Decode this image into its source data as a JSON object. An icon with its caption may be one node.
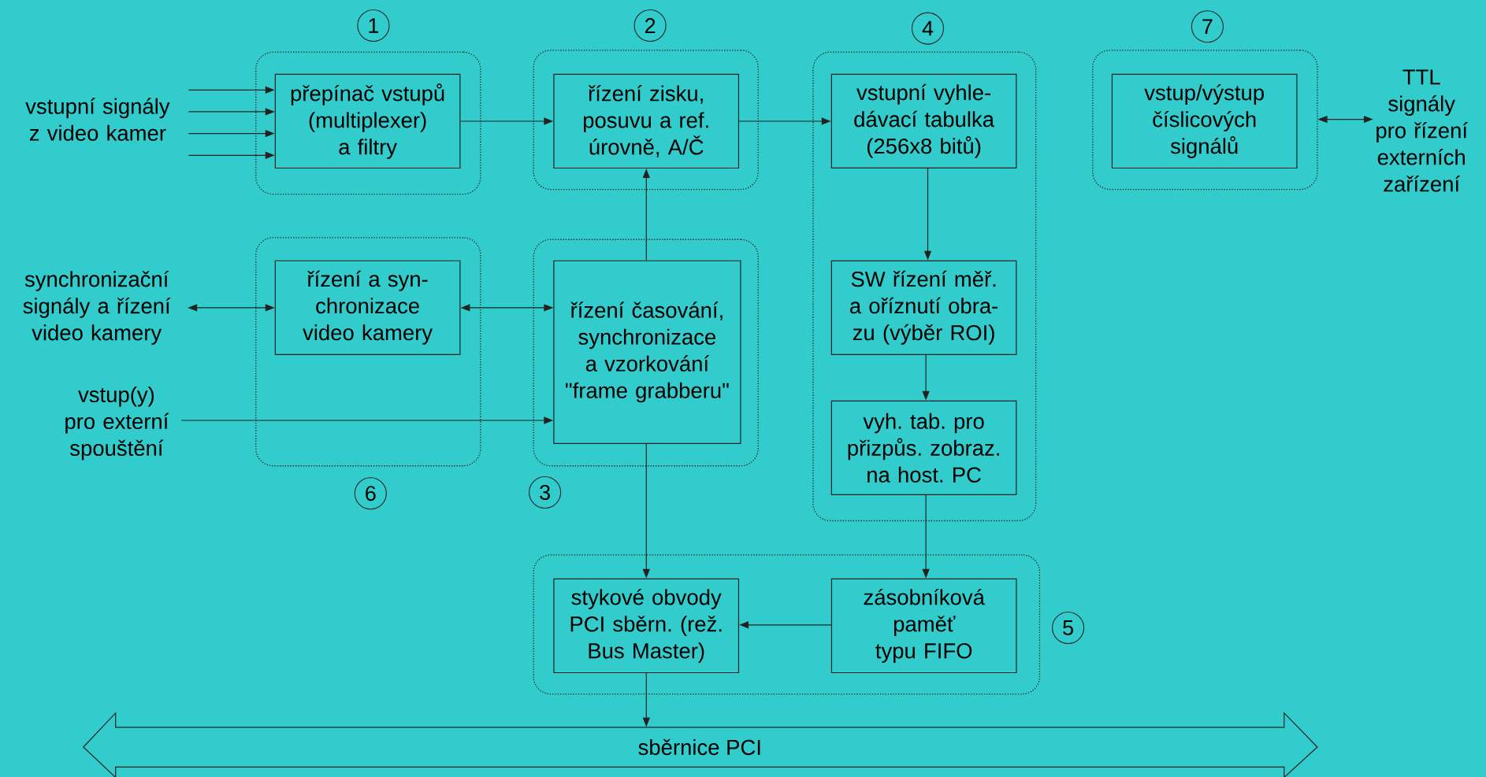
{
  "diagram": {
    "nodes": [
      {
        "text": [
          "vstupní signály z video kamer"
        ]
      },
      {
        "text": [],
        "shape": "box",
        "beside": [
          "1"
        ]
      },
      {
        "text": [
          "přepínač vstupů (multiplexer) a filtry"
        ],
        "in": 1
      },
      {
        "text": [],
        "shape": "box",
        "beside": [
          "2"
        ]
      },
      {
        "text": [
          "řízení zisku, posuvu a ref. úrovně, A/Č"
        ],
        "in": 3
      },
      {
        "text": [],
        "shape": "box",
        "beside": [
          "4"
        ]
      },
      {
        "text": [
          "vstupní vyhle- dávací tabulka (256x8 bitů)"
        ],
        "in": 5
      },
      {
        "text": [],
        "shape": "box",
        "beside": [
          "7"
        ]
      },
      {
        "text": [
          "vstup/výstup číslicových signálů"
        ],
        "in": 7
      },
      {
        "text": [
          "TTL signály pro řízení externích zařízení"
        ]
      },
      {
        "text": [
          "synchronizační signály a řízení video kamery"
        ]
      },
      {
        "text": [],
        "shape": "box",
        "beside": [
          "6"
        ]
      },
      {
        "text": [
          "řízení a syn- chronizace video kamery"
        ],
        "in": 11
      },
      {
        "text": [],
        "shape": "box",
        "beside": [
          "3"
        ]
      },
      {
        "text": [
          "řízení časování, synchronizace a vzorkování \"frame grabberu\""
        ],
        "in": 13
      },
      {
        "text": [
          "SW řízení měř. a oříznutí obra- zu (výběr ROI)"
        ],
        "in": 5
      },
      {
        "text": [
          "vstup(y) pro externí spouštění"
        ]
      },
      {
        "text": [
          "vyh. tab. pro přizpůs. zobraz. na host. PC"
        ],
        "in": 5
      },
      {
        "text": [],
        "shape": "box",
        "beside": [
          "5"
        ]
      },
      {
        "text": [
          "stykové obvody PCI sběrn. (rež. Bus Master)"
        ],
        "in": 18
      },
      {
        "text": [
          "zásobníková paměť typu FIFO"
        ],
        "in": 18
      },
      {
        "text": [
          "sběrnice PCI"
        ]
      }
    ],
    "edges": [
      {
        "from": 0,
        "to": 2,
        "arrow": "to"
      },
      {
        "from": 0,
        "to": 2,
        "arrow": "to"
      },
      {
        "from": 0,
        "to": 2,
        "arrow": "to"
      },
      {
        "from": 0,
        "to": 2,
        "arrow": "to"
      },
      {
        "from": 2,
        "to": 4,
        "arrow": "to"
      },
      {
        "from": 4,
        "to": 6,
        "arrow": "to"
      },
      {
        "from": 6,
        "to": 15,
        "arrow": "to"
      },
      {
        "from": 15,
        "to": 17,
        "arrow": "to"
      },
      {
        "from": 17,
        "to": 20,
        "arrow": "to"
      },
      {
        "from": 20,
        "to": 19,
        "arrow": "to"
      },
      {
        "from": 14,
        "to": 4,
        "arrow": "to"
      },
      {
        "from": 14,
        "to": 19,
        "arrow": "to"
      },
      {
        "from": 19,
        "to": 21,
        "arrow": "to"
      },
      {
        "from": 12,
        "to": 14,
        "arrow": "both"
      },
      {
        "from": 10,
        "to": 12,
        "arrow": "both"
      },
      {
        "from": 16,
        "to": 14,
        "arrow": "to"
      },
      {
        "from": 7,
        "to": 9,
        "arrow": "both"
      }
    ]
  }
}
